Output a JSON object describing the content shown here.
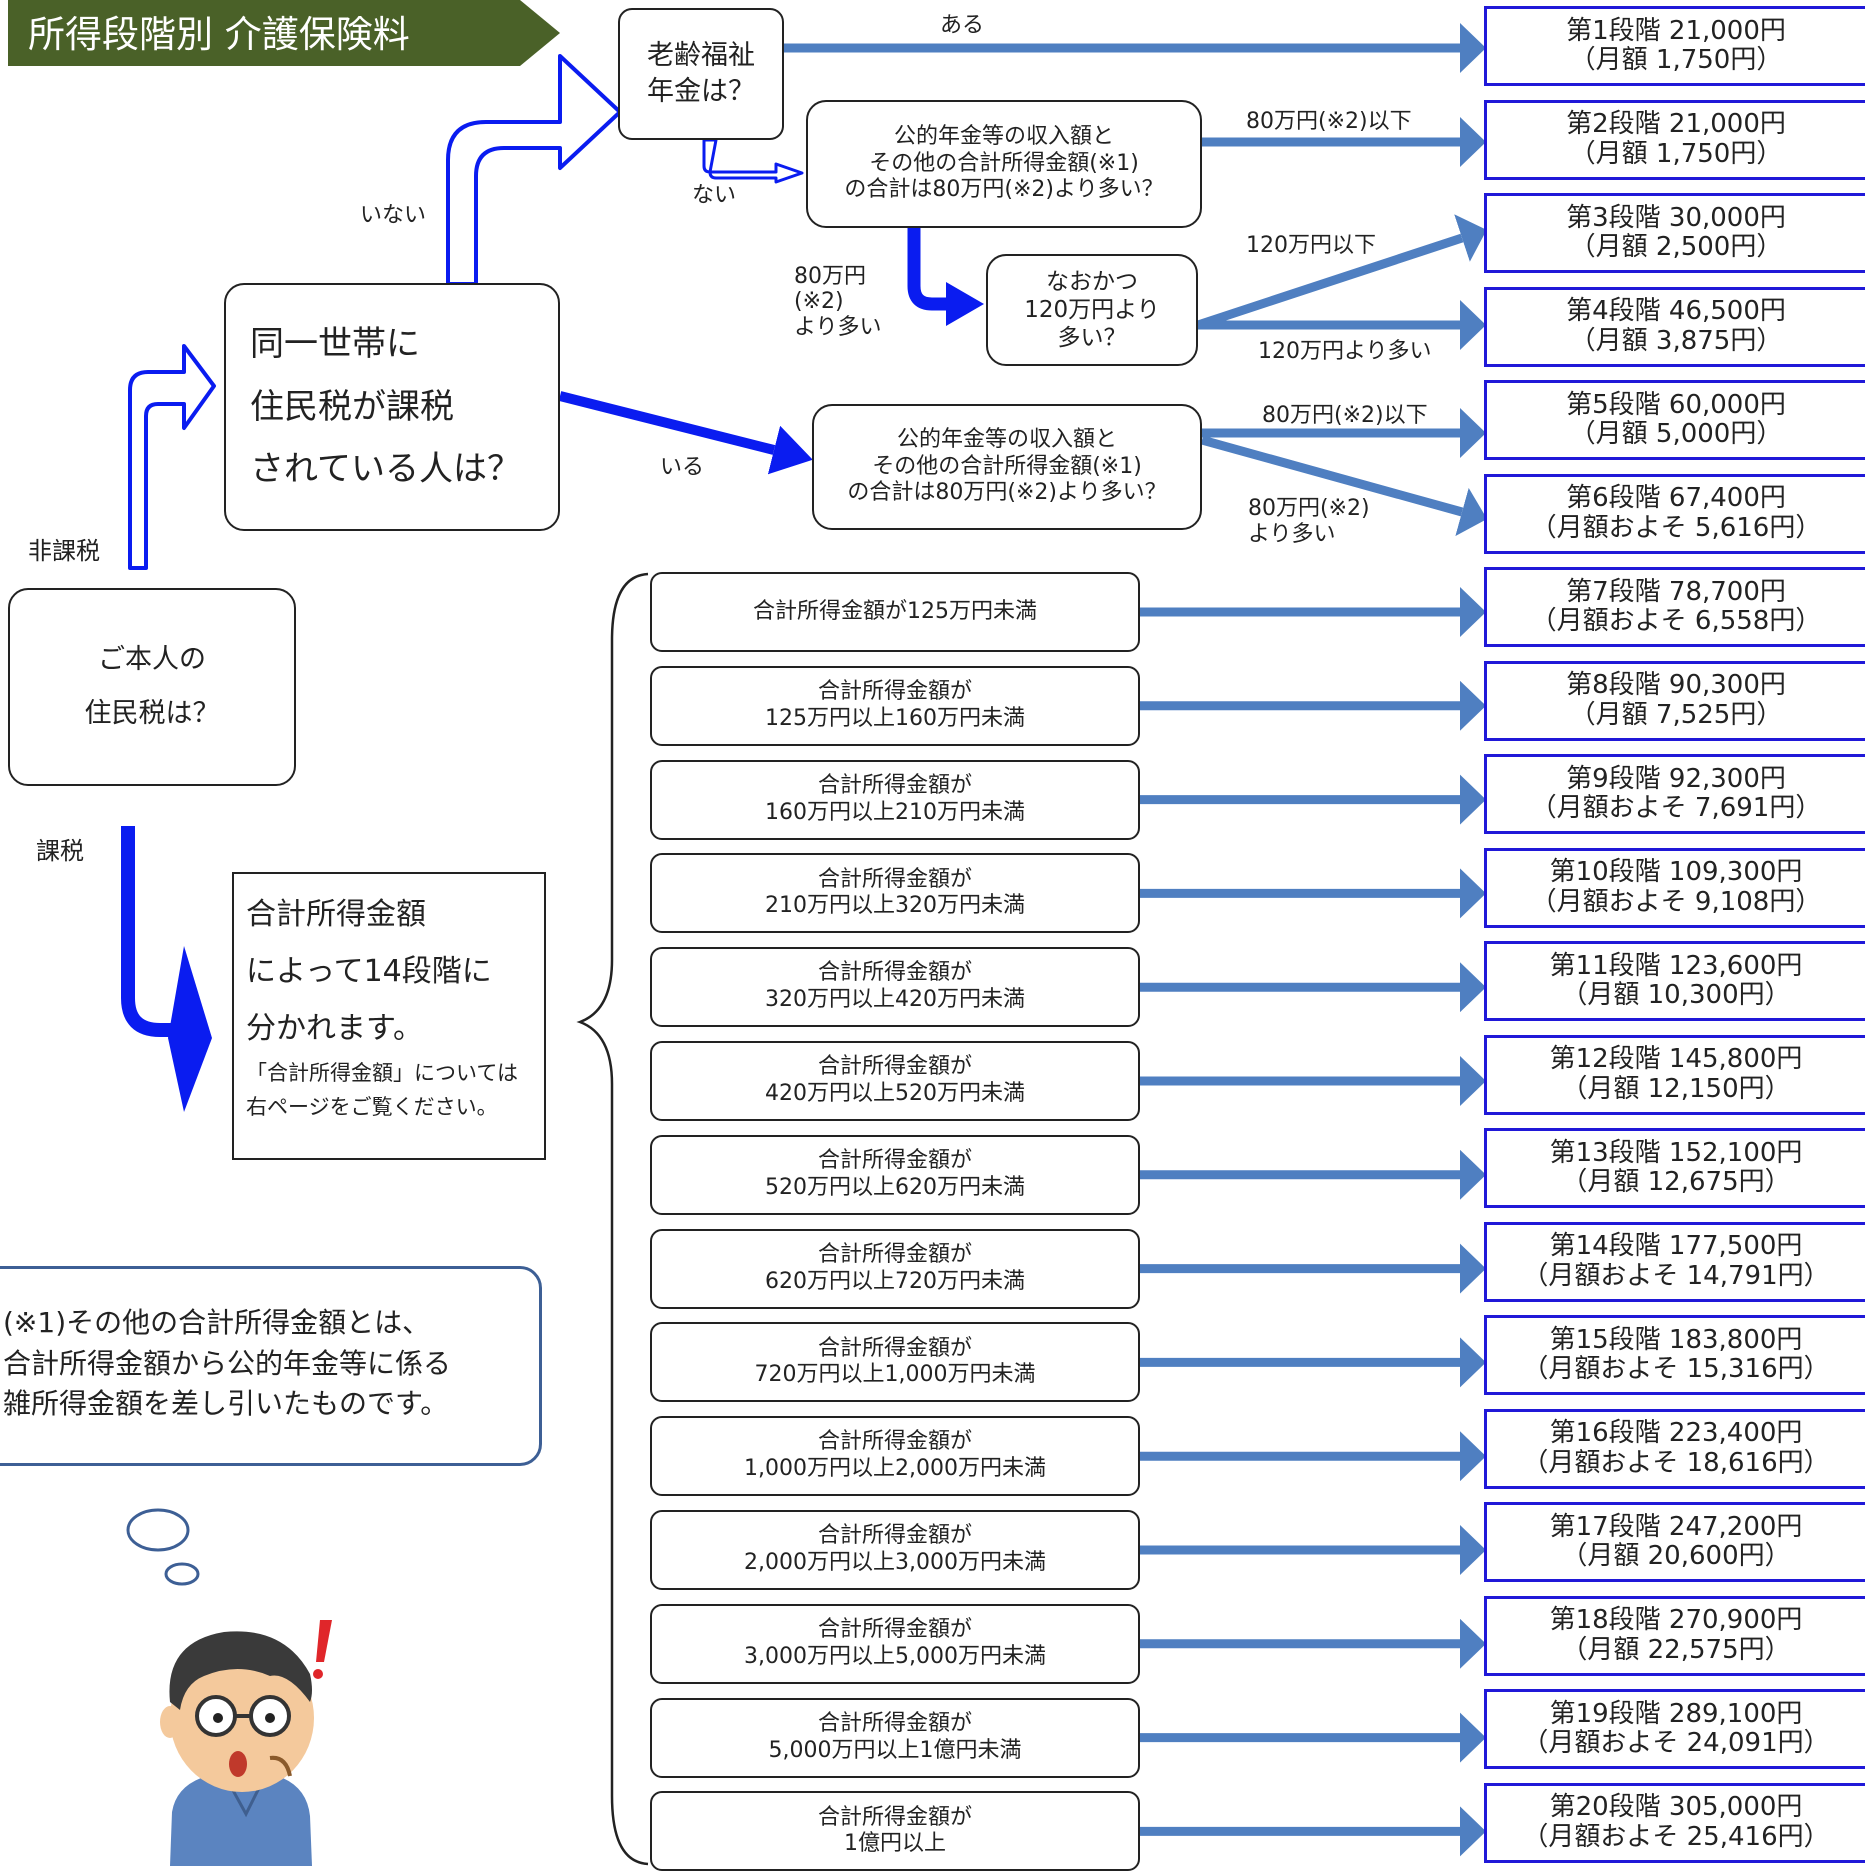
{
  "title": "所得段階別 介護保険料",
  "colors": {
    "title_bg": "#4a6128",
    "blue_arrow": "#0a1cf0",
    "steel_arrow": "#4f7fc1",
    "result_border": "#2018d8",
    "note_border": "#3d5f95"
  },
  "questions": {
    "own_tax": [
      "ご本人の",
      "住民税は？"
    ],
    "household": [
      "同一世帯に",
      "住民税が課税",
      "されている人は？"
    ],
    "pension": [
      "老齢福祉",
      "年金は？"
    ],
    "income_q1": [
      "公的年金等の収入額と",
      "その他の合計所得金額(※1)",
      "の合計は80万円(※2)より多い？"
    ],
    "income_q2": [
      "公的年金等の収入額と",
      "その他の合計所得金額(※1)",
      "の合計は80万円(※2)より多い？"
    ],
    "over120": [
      "なおかつ",
      "120万円より",
      "多い？"
    ]
  },
  "labels": {
    "hikazei": "非課税",
    "kazei": "課税",
    "inai": "いない",
    "iru": "いる",
    "aru": "ある",
    "nai": "ない",
    "under80_a": "80万円(※2)以下",
    "over80_a": [
      "80万円",
      "(※2)",
      "より多い"
    ],
    "under120": "120万円以下",
    "over120": "120万円より多い",
    "under80_b": "80万円(※2)以下",
    "over80_b": [
      "80万円(※2)",
      "より多い"
    ]
  },
  "taxed_box": {
    "lines": [
      "合計所得金額",
      "によって14段階に",
      "分かれます。"
    ],
    "small": [
      "「合計所得金額」については",
      "右ページをご覧ください。"
    ]
  },
  "note": [
    "(※1)その他の合計所得金額とは、",
    "合計所得金額から公的年金等に係る",
    "雑所得金額を差し引いたものです。"
  ],
  "income_brackets": [
    [
      "合計所得金額が125万円未満"
    ],
    [
      "合計所得金額が",
      "125万円以上160万円未満"
    ],
    [
      "合計所得金額が",
      "160万円以上210万円未満"
    ],
    [
      "合計所得金額が",
      "210万円以上320万円未満"
    ],
    [
      "合計所得金額が",
      "320万円以上420万円未満"
    ],
    [
      "合計所得金額が",
      "420万円以上520万円未満"
    ],
    [
      "合計所得金額が",
      "520万円以上620万円未満"
    ],
    [
      "合計所得金額が",
      "620万円以上720万円未満"
    ],
    [
      "合計所得金額が",
      "720万円以上1,000万円未満"
    ],
    [
      "合計所得金額が",
      "1,000万円以上2,000万円未満"
    ],
    [
      "合計所得金額が",
      "2,000万円以上3,000万円未満"
    ],
    [
      "合計所得金額が",
      "3,000万円以上5,000万円未満"
    ],
    [
      "合計所得金額が",
      "5,000万円以上1億円未満"
    ],
    [
      "合計所得金額が",
      "1億円以上"
    ]
  ],
  "stages": [
    [
      "第1段階  21,000円",
      "（月額  1,750円）"
    ],
    [
      "第2段階  21,000円",
      "（月額  1,750円）"
    ],
    [
      "第3段階  30,000円",
      "（月額  2,500円）"
    ],
    [
      "第4段階  46,500円",
      "（月額  3,875円）"
    ],
    [
      "第5段階  60,000円",
      "（月額  5,000円）"
    ],
    [
      "第6段階  67,400円",
      "（月額およそ  5,616円）"
    ],
    [
      "第7段階  78,700円",
      "（月額およそ  6,558円）"
    ],
    [
      "第8段階  90,300円",
      "（月額  7,525円）"
    ],
    [
      "第9段階  92,300円",
      "（月額およそ  7,691円）"
    ],
    [
      "第10段階  109,300円",
      "（月額およそ  9,108円）"
    ],
    [
      "第11段階  123,600円",
      "（月額  10,300円）"
    ],
    [
      "第12段階  145,800円",
      "（月額  12,150円）"
    ],
    [
      "第13段階  152,100円",
      "（月額  12,675円）"
    ],
    [
      "第14段階  177,500円",
      "（月額およそ  14,791円）"
    ],
    [
      "第15段階  183,800円",
      "（月額およそ 15,316円）"
    ],
    [
      "第16段階  223,400円",
      "（月額およそ  18,616円）"
    ],
    [
      "第17段階  247,200円",
      "（月額  20,600円）"
    ],
    [
      "第18段階  270,900円",
      "（月額  22,575円）"
    ],
    [
      "第19段階  289,100円",
      "（月額およそ  24,091円）"
    ],
    [
      "第20段階  305,000円",
      "（月額およそ  25,416円）"
    ]
  ]
}
